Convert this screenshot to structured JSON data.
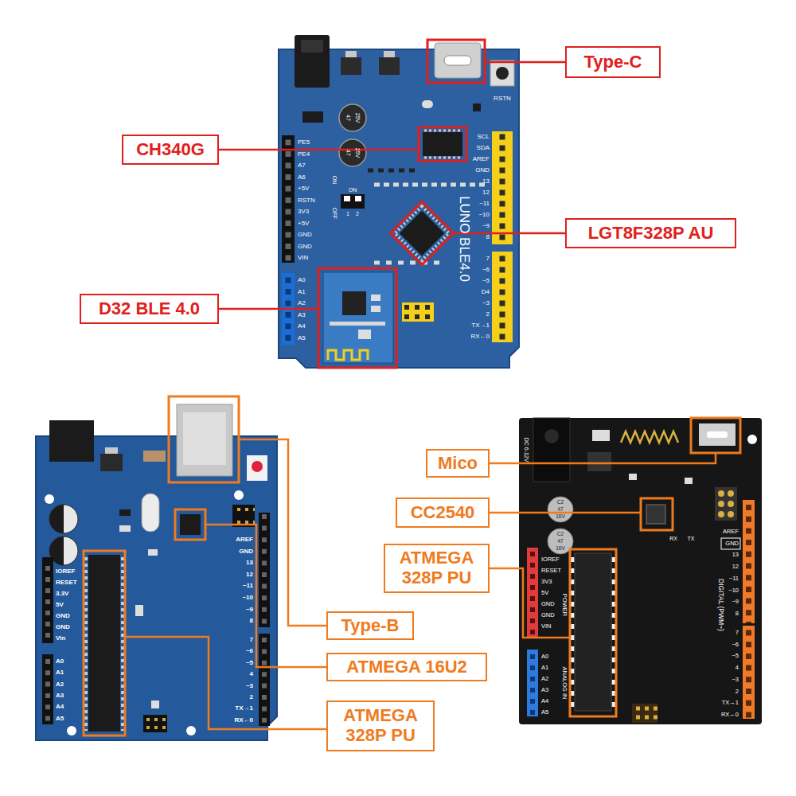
{
  "diagram": {
    "nodes": [
      {
        "text": [
          "Type-C"
        ]
      },
      {
        "text": [
          "CH340G"
        ]
      },
      {
        "text": [
          "LGT8F328P AU"
        ]
      },
      {
        "text": [
          "D32 BLE 4.0"
        ]
      },
      {
        "text": [
          "Type-B"
        ]
      },
      {
        "text": [
          "ATMEGA 16U2"
        ]
      },
      {
        "text": [
          "ATMEGA 328P PU"
        ]
      },
      {
        "text": [
          "Mico"
        ]
      },
      {
        "text": [
          "CC2540"
        ]
      },
      {
        "text": [
          "ATMEGA 328P PU"
        ]
      }
    ],
    "labels": [
      "RSTN",
      "SCL",
      "SDA",
      "AREF",
      "GND",
      "13",
      "12",
      "~11",
      "~10",
      "~9",
      "8",
      "7",
      "~6",
      "~5",
      "D4",
      "~3",
      "2",
      "TX→1",
      "RX←0",
      "PE5",
      "PE4",
      "A7",
      "A6",
      "+5V",
      "RSTN",
      "3V3",
      "+5V",
      "GND",
      "GND",
      "VIN",
      "A0",
      "A1",
      "A2",
      "A3",
      "A4",
      "A5",
      "LUNO BLE4.0",
      "ON",
      "1",
      "2",
      "ON",
      "OFF",
      "47",
      "25V",
      "47",
      "25V",
      "IOREF",
      "RESET",
      "3.3V",
      "5V",
      "GND",
      "GND",
      "Vin",
      "A0",
      "A1",
      "A2",
      "A3",
      "A4",
      "A5",
      "AREF",
      "GND",
      "13",
      "12",
      "~11",
      "~10",
      "~9",
      "8",
      "7",
      "~6",
      "~5",
      "4",
      "~3",
      "2",
      "TX→1",
      "RX←0",
      "DC 6-12V",
      "C2",
      "47",
      "16V",
      "C2",
      "47",
      "16V",
      "IOREF",
      "RESET",
      "3V3",
      "5V",
      "GND",
      "GND",
      "VIN",
      "POWER",
      "ANALOG IN",
      "A0",
      "A1",
      "A2",
      "A3",
      "A4",
      "A5",
      "AREF",
      "GND",
      "13",
      "12",
      "~11",
      "~10",
      "~9",
      "8",
      "7",
      "~6",
      "~5",
      "4",
      "~3",
      "2",
      "TX→1",
      "RX←0",
      "DIGITAL (PWM~)",
      "RX",
      "TX"
    ]
  }
}
